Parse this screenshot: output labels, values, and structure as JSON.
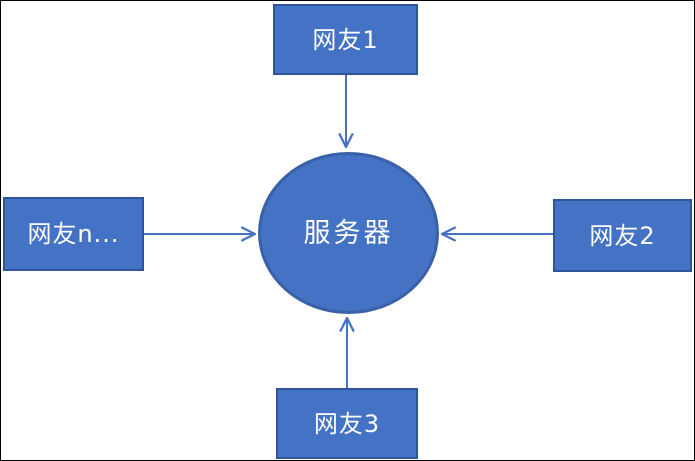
{
  "diagram": {
    "title": "star-topology-diagram",
    "colors": {
      "node_fill": "#4472C4",
      "node_border": "#2F5597",
      "arrow": "#4472C4",
      "text": "#ffffff",
      "frame": "#000000",
      "background": "#ffffff"
    },
    "center_node": {
      "label": "服务器",
      "shape": "ellipse"
    },
    "nodes": [
      {
        "label": "网友1",
        "position": "top",
        "shape": "rectangle"
      },
      {
        "label": "网友2",
        "position": "right",
        "shape": "rectangle"
      },
      {
        "label": "网友3",
        "position": "bottom",
        "shape": "rectangle"
      },
      {
        "label": "网友n...",
        "position": "left",
        "shape": "rectangle"
      }
    ],
    "arrows": [
      {
        "from": "网友1",
        "to": "服务器",
        "direction": "down"
      },
      {
        "from": "网友2",
        "to": "服务器",
        "direction": "left"
      },
      {
        "from": "网友3",
        "to": "服务器",
        "direction": "up"
      },
      {
        "from": "网友n...",
        "to": "服务器",
        "direction": "right"
      }
    ]
  }
}
